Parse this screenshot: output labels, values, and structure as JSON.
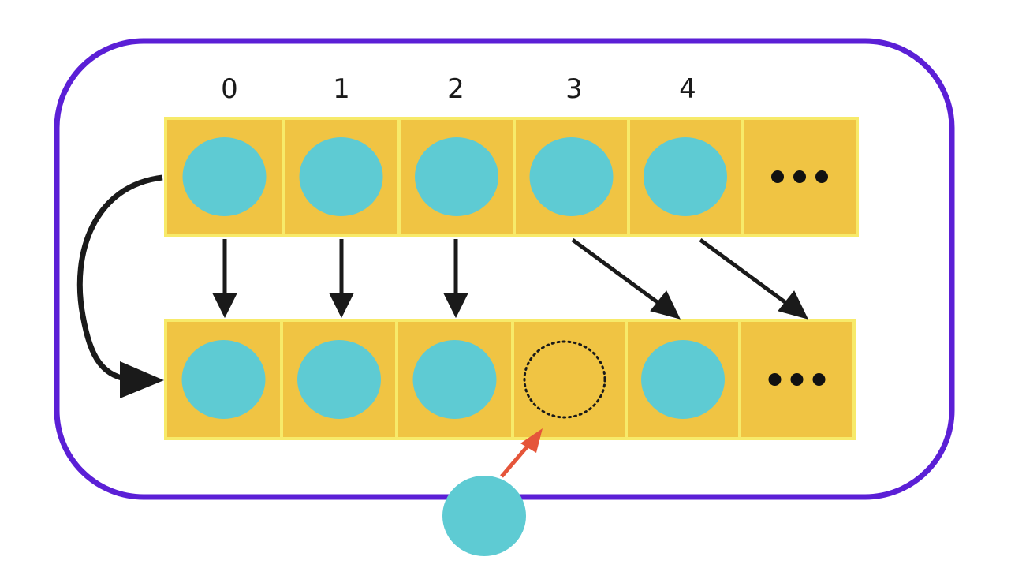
{
  "diagram": {
    "index_labels": [
      "0",
      "1",
      "2",
      "3",
      "4"
    ],
    "top_row": {
      "cells": [
        {
          "content": "element"
        },
        {
          "content": "element"
        },
        {
          "content": "element"
        },
        {
          "content": "element"
        },
        {
          "content": "element"
        },
        {
          "content": "ellipsis"
        }
      ]
    },
    "bottom_row": {
      "cells": [
        {
          "content": "element"
        },
        {
          "content": "element"
        },
        {
          "content": "element"
        },
        {
          "content": "empty-slot"
        },
        {
          "content": "element"
        },
        {
          "content": "ellipsis"
        }
      ]
    },
    "arrows": [
      {
        "from": "top-0",
        "to": "bottom-0"
      },
      {
        "from": "top-1",
        "to": "bottom-1"
      },
      {
        "from": "top-2",
        "to": "bottom-2"
      },
      {
        "from": "top-3",
        "to": "bottom-4"
      },
      {
        "from": "top-4",
        "to": "bottom-5"
      },
      {
        "from": "top-row",
        "to": "bottom-row"
      },
      {
        "from": "new-element",
        "to": "bottom-3"
      }
    ],
    "colors": {
      "container_border": "#5b1fd6",
      "cell_fill": "#f0c443",
      "cell_border": "#f7ea6a",
      "element_fill": "#5ecbd3",
      "arrow": "#1a1a1a",
      "insert_arrow": "#e5553a",
      "dots": "#111111"
    }
  }
}
